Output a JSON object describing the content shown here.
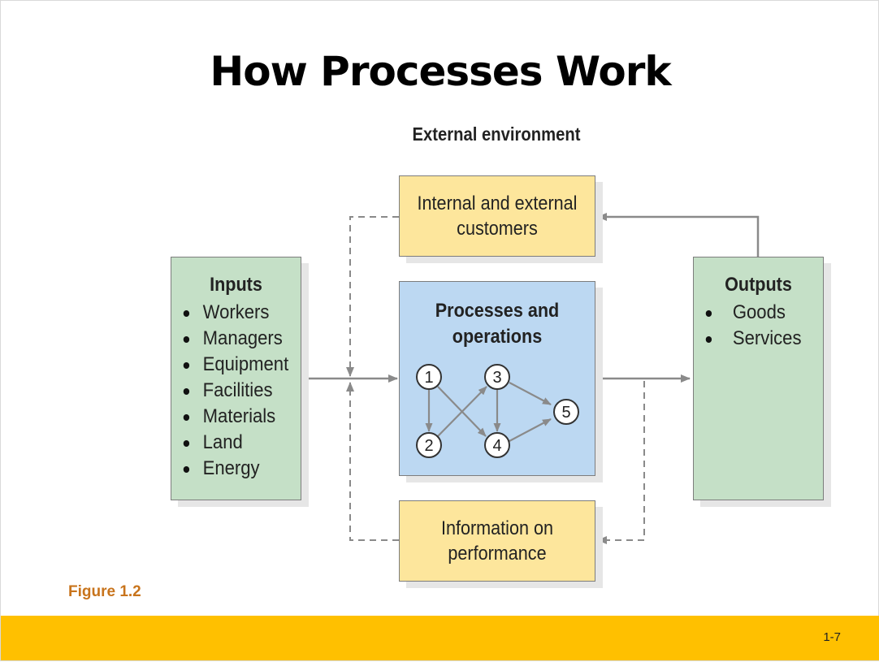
{
  "title": "How Processes Work",
  "external_environment": "External environment",
  "inputs": {
    "title": "Inputs",
    "items": [
      "Workers",
      "Managers",
      "Equipment",
      "Facilities",
      "Materials",
      "Land",
      "Energy"
    ]
  },
  "outputs": {
    "title": "Outputs",
    "items": [
      "Goods",
      "Services"
    ]
  },
  "customers": {
    "line1": "Internal and external",
    "line2": "customers"
  },
  "processes": {
    "line1": "Processes and",
    "line2": "operations",
    "nodes": [
      "1",
      "2",
      "3",
      "4",
      "5"
    ]
  },
  "information": {
    "line1": "Information on",
    "line2": "performance"
  },
  "figure_label": "Figure 1.2",
  "page_number": "1-7",
  "colors": {
    "inputs_outputs_fill": "#c5e0c7",
    "customer_info_fill": "#fde69c",
    "process_fill": "#bcd8f2",
    "footer_bar": "#ffc000",
    "figure_label": "#c8741c",
    "arrow": "#8a8a8a"
  }
}
